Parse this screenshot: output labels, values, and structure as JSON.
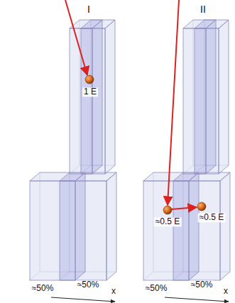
{
  "diagram": {
    "labels": [
      "I",
      "II",
      "1 E",
      "≈0.5 E",
      "≈0.5 E",
      "≈50%",
      "≈50%",
      "x",
      "≈50%",
      "≈50%",
      "x"
    ]
  }
}
